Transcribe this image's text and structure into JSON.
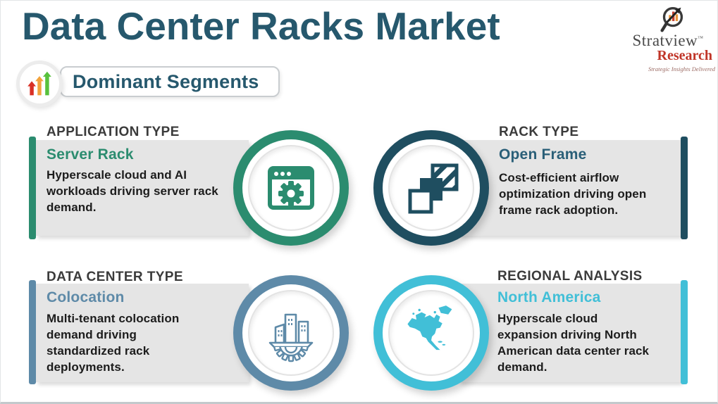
{
  "header": {
    "title": "Data Center Racks Market",
    "badge": "Dominant Segments"
  },
  "logo": {
    "name": "Stratview",
    "tm": "™",
    "subname": "Research",
    "tagline": "Strategic Insights Delivered"
  },
  "cards": [
    {
      "category": "APPLICATION TYPE",
      "segment": "Server Rack",
      "description": "Hyperscale cloud and AI workloads driving server rack demand.",
      "accent": "#2B8C6F",
      "icon": "browser-gear-icon",
      "accent_side": "left"
    },
    {
      "category": "RACK TYPE",
      "segment": "Open Frame",
      "description": "Cost-efficient airflow optimization driving open frame rack adoption.",
      "accent": "#1F4E60",
      "segment_color": "#2A5F78",
      "icon": "layered-squares-icon",
      "accent_side": "right"
    },
    {
      "category": "DATA CENTER TYPE",
      "segment": "Colocation",
      "description": "Multi-tenant colocation demand driving standardized rack deployments.",
      "accent": "#5E8AA8",
      "icon": "buildings-gear-icon",
      "accent_side": "left"
    },
    {
      "category": "REGIONAL ANALYSIS",
      "segment": "North America",
      "description": "Hyperscale cloud expansion driving North American data center rack demand.",
      "accent": "#41BFD7",
      "icon": "north-america-map-icon",
      "accent_side": "right"
    }
  ],
  "colors": {
    "title": "#26586D",
    "category_heading": "#3B3B3B",
    "panel_bg": "#E5E5E5",
    "green": "#2B8C6F",
    "dark_teal": "#1F4E60",
    "steel_blue": "#5E8AA8",
    "cyan": "#41BFD7",
    "logo_red": "#C03528",
    "arrow_red": "#D93025",
    "arrow_orange": "#F2A33C",
    "arrow_green": "#58C13D"
  },
  "icons": {
    "badge": "ascending-arrows-icon",
    "logo": "magnifier-growth-icon"
  }
}
